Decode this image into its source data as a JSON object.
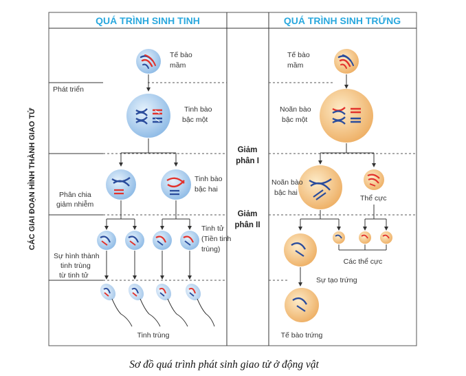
{
  "headers": {
    "left": "QUÁ TRÌNH SINH TINH",
    "right": "QUÁ TRÌNH SINH TRỨNG"
  },
  "side_title": "CÁC GIAI ĐOẠN HÌNH THÀNH GIAO TỬ",
  "stages": {
    "meiosis1": [
      "Giảm",
      "phân I"
    ],
    "meiosis2": [
      "Giảm",
      "phân II"
    ]
  },
  "left_phases": {
    "development": "Phát triển",
    "reduction": [
      "Phân chia",
      "giảm nhiễm"
    ],
    "formation": [
      "Sự hình thành",
      "tinh trùng",
      "từ tinh tử"
    ]
  },
  "sperm_labels": {
    "germ_cell": [
      "Tế bào",
      "mầm"
    ],
    "primary": [
      "Tinh bào",
      "bậc một"
    ],
    "secondary": [
      "Tinh bào",
      "bậc hai"
    ],
    "spermatid": [
      "Tinh tử",
      "(Tiền tinh",
      "trùng)"
    ],
    "sperm": "Tinh trùng"
  },
  "egg_labels": {
    "germ_cell": [
      "Tế bào",
      "mầm"
    ],
    "primary": [
      "Noãn bào",
      "bậc một"
    ],
    "secondary": [
      "Noãn bào",
      "bậc hai"
    ],
    "polar_body": "Thể cực",
    "polar_bodies": "Các thể cực",
    "egg_formation": "Sự tạo trứng",
    "egg_cell": "Tế bào trứng"
  },
  "caption": "Sơ đồ quá trình phát sinh giao tử ở động vật",
  "colors": {
    "header_text": "#2aa8de",
    "sperm_cell": "#a9cdee",
    "egg_cell": "#f5c98a",
    "chromosome_red": "#e2322c",
    "chromosome_blue": "#2a4c9c"
  }
}
